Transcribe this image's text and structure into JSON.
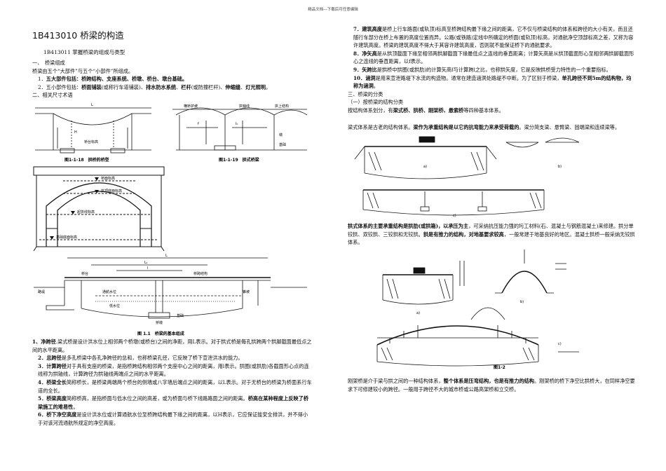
{
  "header": "精品文档---下载后可任意编辑",
  "left": {
    "title": "1B413010 桥梁的构造",
    "subtitle": "1B413011 掌握桥梁的组成与类型",
    "s1": "一、　桥梁组成",
    "s1_intro": "桥梁由五个“大部件”与五个“小部件”所组成。",
    "s1_p1_num": "1．",
    "s1_p1": "五大部件包括：桥跨结构、支座系统、桥墩、桥台、墩台基础。",
    "s1_p2_pre": "2．五小部件包括：",
    "s1_p2_a": "桥面铺装",
    "s1_p2_b": "(或称行车道铺装)、",
    "s1_p2_c": "排水防水系统",
    "s1_p2_d": "、",
    "s1_p2_e": "栏杆",
    "s1_p2_f": "(或防撞栏杆)、",
    "s1_p2_g": "伸缩缝",
    "s1_p2_h": "、",
    "s1_p2_i": "灯光照明",
    "s1_p2_j": "。",
    "s2": "二、相关尺寸术语",
    "fig1_caption": "图1-1-18　拱桥的桥型",
    "fig2_caption": "图1-1-19　拱式桥梁",
    "fig3_labels": [
      "桥面标高",
      "拱顶底面标高",
      "起拱线标高",
      "基础底面标高"
    ],
    "fig4_caption": "图 1.1　桥梁的基本组成",
    "fig4_labels": [
      "L",
      "L₁",
      "桥台",
      "桥墩",
      "路堤",
      "锥坡",
      "桥面",
      "桥跨结构",
      "通航水位",
      "低水位",
      "基础"
    ],
    "t1_term": "1、净跨径",
    "t1": ".梁式桥是设计洪水位上相邻两个桥墩(或桥台)之间的净距，用L表示。对于拱式桥是每孔拱跨两个拱脚截面最低点之间的水平距离。",
    "t2_term": "2．总跨径",
    "t2": "是多孔桥梁中各孔净跨径的总和，也称桥梁孔径，它反映了桥下宣泄洪水的能力。",
    "t3_term": "3．计算跨径",
    "t3": "对于具有支座的桥梁，是指桥跨结构相邻两个支座中心之间的距离，用l表示。拱圈(或拱肋)各截面形心点的连线称为拱轴线，计算跨径为拱轴线两端点之间的水平距离。",
    "t4_term": "4．桥梁全长",
    "t4": "简称桥长，是桥梁两端两个桥台的侧墙或八字墙后端点之间的距离，以L表示。对于无桥台的桥梁为桥面系行车道的全长。",
    "t5_term": "5．桥梁高度",
    "t5": "简称桥高，是指桥面与低水位之间的高差，或为桥面与桥下线路路面之间的距离。",
    "t5_b": "桥高在某种程度上反映了桥梁施工的难易性",
    "t5_end": "。",
    "t6_term": "6．桥下净空高度",
    "t6": "是设计洪水位或计算通航水位至桥跨结构最下缘之间的距离，以H表示，它应保证能安全排洪，并不得小于对该河流通航所规定的净空高度。"
  },
  "right": {
    "t7_term": "7．建筑高度",
    "t7": "是桥上行车路面(或轨顶)标高至桥跨结构最下缘之间的距离，它不仅与桥梁结构的体系和跨径的大小有关，而且还随行车部分在桥上布置的高度位置而异。公路(或铁路)定线中所确定的桥面(或轨顶)标高，对通航净空顶部标高之差，又称为容许建筑高度。桥梁的建筑高度不得大于其容许建筑高度，否则就不能保证桥下的通航要求。",
    "t8_term": "8．净矢高",
    "t8": "是从拱顶截面下缘至相邻两拱脚截面下缘最低点之连线的垂直距离；计算矢高是从拱顶截面形心至相邻两拱脚截面形心之连线的垂直距离，以f表示。",
    "t9_term": "9．矢跨比",
    "t9": "是拱桥中拱圈(或拱肋)的计算矢高f与计算跨l之比，也称拱矢度，它是反映拱桥受力特性的一个重要指标。",
    "t10_term": "10．涵洞",
    "t10": "是用来宣泄路堤下水流的构造物。通常在建造涵洞处路堤不中断。为了区别于桥梁，",
    "t10_b": "单孔跨径不到5m的结构物，均称为涵洞",
    "t10_end": "。",
    "s3": "三、桥梁的分类",
    "s3_sub": "（一）按桥梁的结构分类",
    "s3_intro_a": "按结构体系划分，有",
    "s3_intro_b": "梁式桥、拱桥、刚架桥、悬索桥",
    "s3_intro_c": "等四种基本体系。",
    "beam_a": "梁式体系是古老的结构体系。",
    "beam_b": "梁作为承重结构是以它的抗弯能力来承受荷载的",
    "beam_c": "。梁分简支梁、悬臂梁、固端梁和连续梁等。",
    "fig_beam_labels": [
      "a)",
      "b)",
      "c)"
    ],
    "arch_a": "拱式体系的主要承重结构是拱肋(或拱箱)，以承压为主",
    "arch_b": "，可采纳抗压能力强的圬工材料(石、混凝土与钢筋混凝土)来修建。拱分单铰拱、双铰拱、三铰拱和无铰拱。",
    "arch_c": "拱是有推力的结构，对地基要求较高",
    "arch_d": "，一般常建于地基良好的地区。混凝土拱桥一般采纳无铰拱体系。",
    "fig_arch_labels": [
      "a)",
      "b)",
      "c)",
      "图1-2"
    ],
    "frame_a": "刚架桥是介于梁与拱之间的一种结构体系，",
    "frame_b": "整个体系是压弯结构，也是有推力的结构",
    "frame_c": "。刚架桥的桥下净空比拱桥大，在同样净空要求下可修建较小的跨径。一般用于跨径不大的城市桥或公路高架桥和立交桥。"
  }
}
